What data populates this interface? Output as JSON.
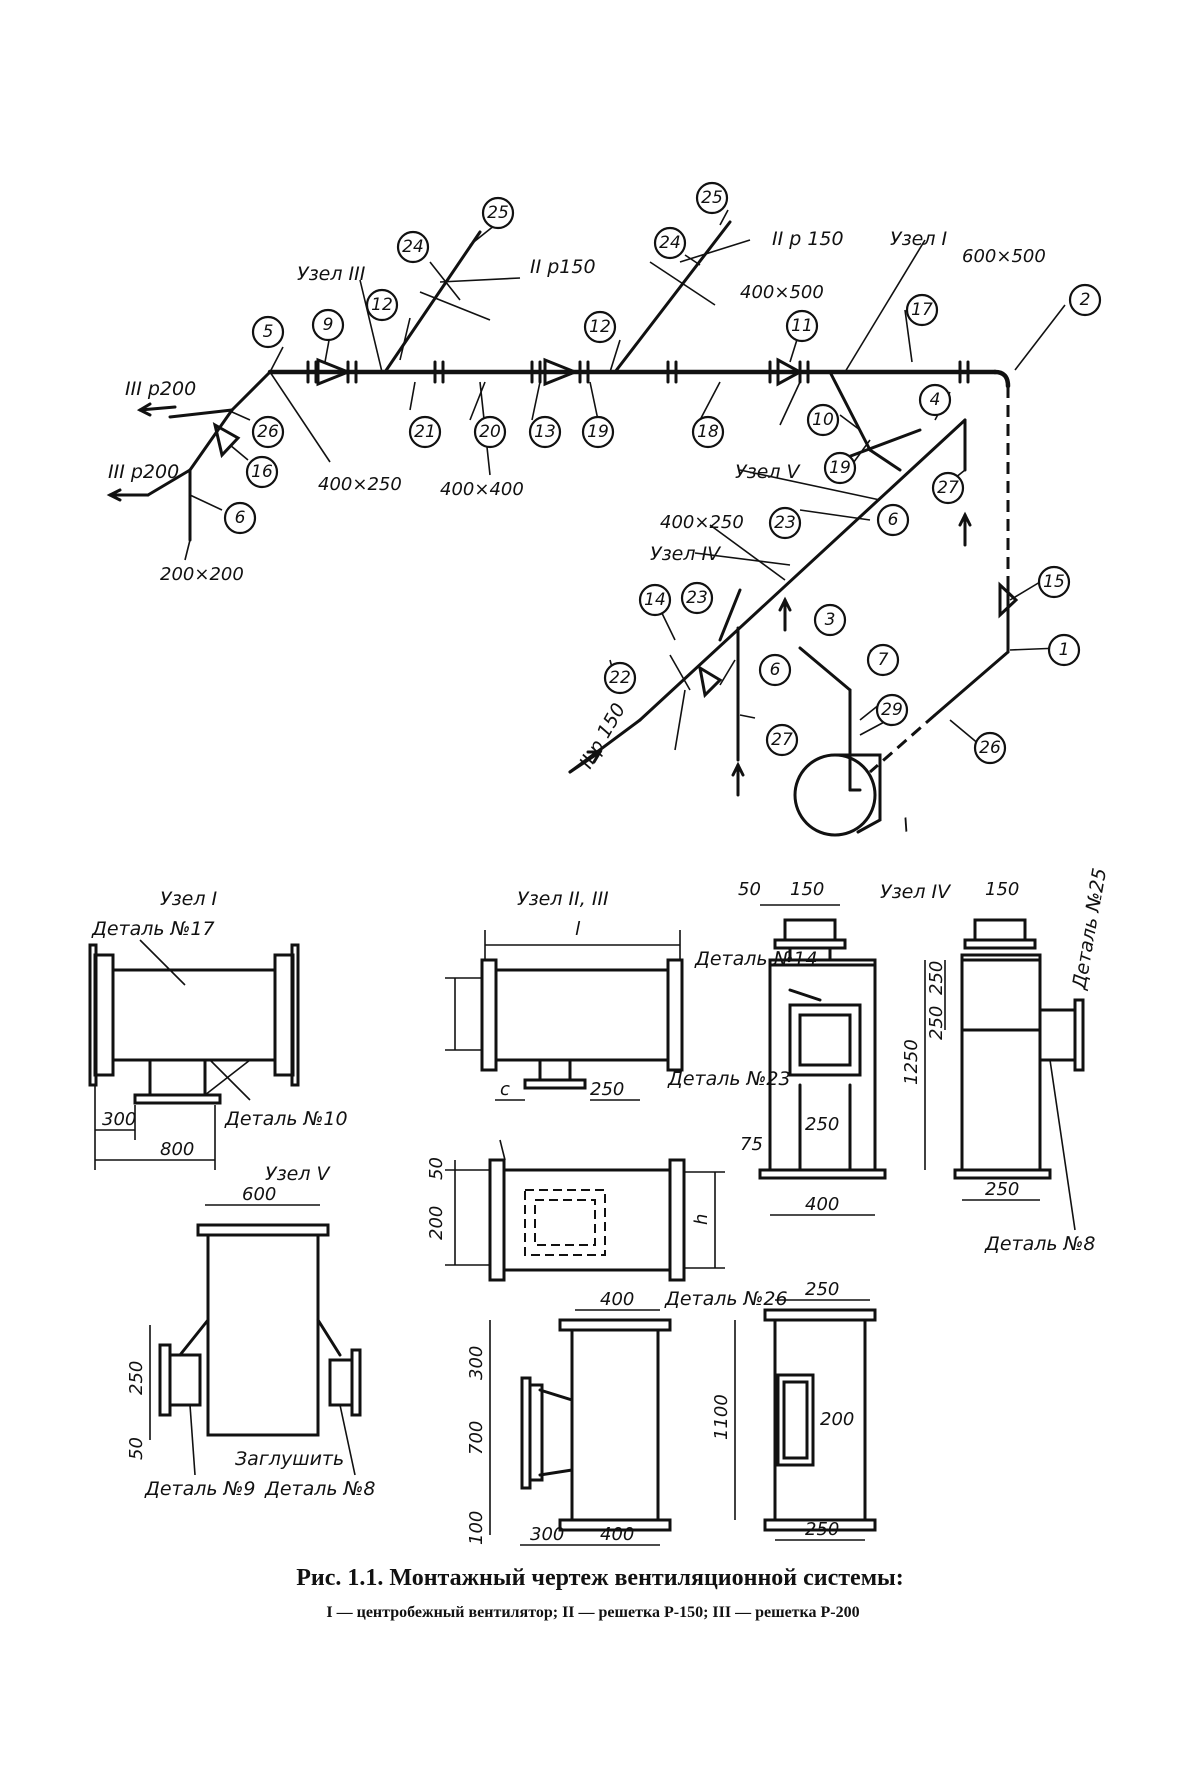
{
  "figure": {
    "caption": "Рис. 1.1. Монтажный чертеж вентиляционной системы:",
    "legend": "I — центробежный вентилятор; II — решетка Р-150; III — решетка Р-200"
  },
  "isometric": {
    "nodes": {
      "uzel_I": "Узел I",
      "uzel_III": "Узел III",
      "uzel_IV": "Узел IV",
      "uzel_V": "Узел V"
    },
    "grilles": {
      "g_II_150_a": "II р150",
      "g_II_150_b": "II р 150",
      "g_II_150_c": "II р 150",
      "g_III_200_a": "III р200",
      "g_III_200_b": "III р200"
    },
    "sizes": {
      "s600x500": "600×500",
      "s400x500": "400×500",
      "s400x400": "400×400",
      "s400x250_a": "400×250",
      "s400x250_b": "400×250",
      "s200x200": "200×200"
    },
    "fan_label": "I",
    "markers": {
      "m1": "1",
      "m2": "2",
      "m3": "3",
      "m4": "4",
      "m5": "5",
      "m6a": "6",
      "m6b": "6",
      "m6c": "6",
      "m7": "7",
      "m9": "9",
      "m10": "10",
      "m11": "11",
      "m12a": "12",
      "m12b": "12",
      "m13": "13",
      "m14": "14",
      "m15": "15",
      "m16": "16",
      "m17": "17",
      "m18": "18",
      "m19a": "19",
      "m19b": "19",
      "m20": "20",
      "m21": "21",
      "m22": "22",
      "m23a": "23",
      "m23b": "23",
      "m24a": "24",
      "m24b": "24",
      "m25a": "25",
      "m25b": "25",
      "m26a": "26",
      "m26b": "26",
      "m27a": "27",
      "m27b": "27",
      "m29": "29"
    }
  },
  "details": {
    "uzel_I": {
      "title": "Узел I",
      "detail17": "Деталь №17",
      "detail10": "Деталь №10",
      "d300": "300",
      "d800": "800"
    },
    "uzel_II_III": {
      "title": "Узел II, III",
      "l": "l",
      "c": "c",
      "d250": "250",
      "d50": "50",
      "d200": "200",
      "h": "h"
    },
    "uzel_IV": {
      "title": "Узел IV",
      "d50": "50",
      "d150a": "150",
      "d150b": "150",
      "detail14": "Деталь №14",
      "detail23": "Деталь №23",
      "detail25": "Деталь №25",
      "detail8": "Деталь №8",
      "d75": "75",
      "d250a": "250",
      "d400": "400",
      "d250b": "250",
      "d250c": "250",
      "d1250": "1250",
      "d250v": "250"
    },
    "uzel_V": {
      "title": "Узел V",
      "d600": "600",
      "d250": "250",
      "d50": "50",
      "zaglushit": "Заглушить",
      "detail9": "Деталь №9",
      "detail8": "Деталь №8"
    },
    "detail26": {
      "title": "Деталь №26",
      "d400a": "400",
      "d300": "300",
      "d700": "700",
      "d100": "100",
      "d300b": "300",
      "d400b": "400",
      "d250a": "250",
      "d1100": "1100",
      "d200": "200",
      "d250b": "250"
    }
  }
}
